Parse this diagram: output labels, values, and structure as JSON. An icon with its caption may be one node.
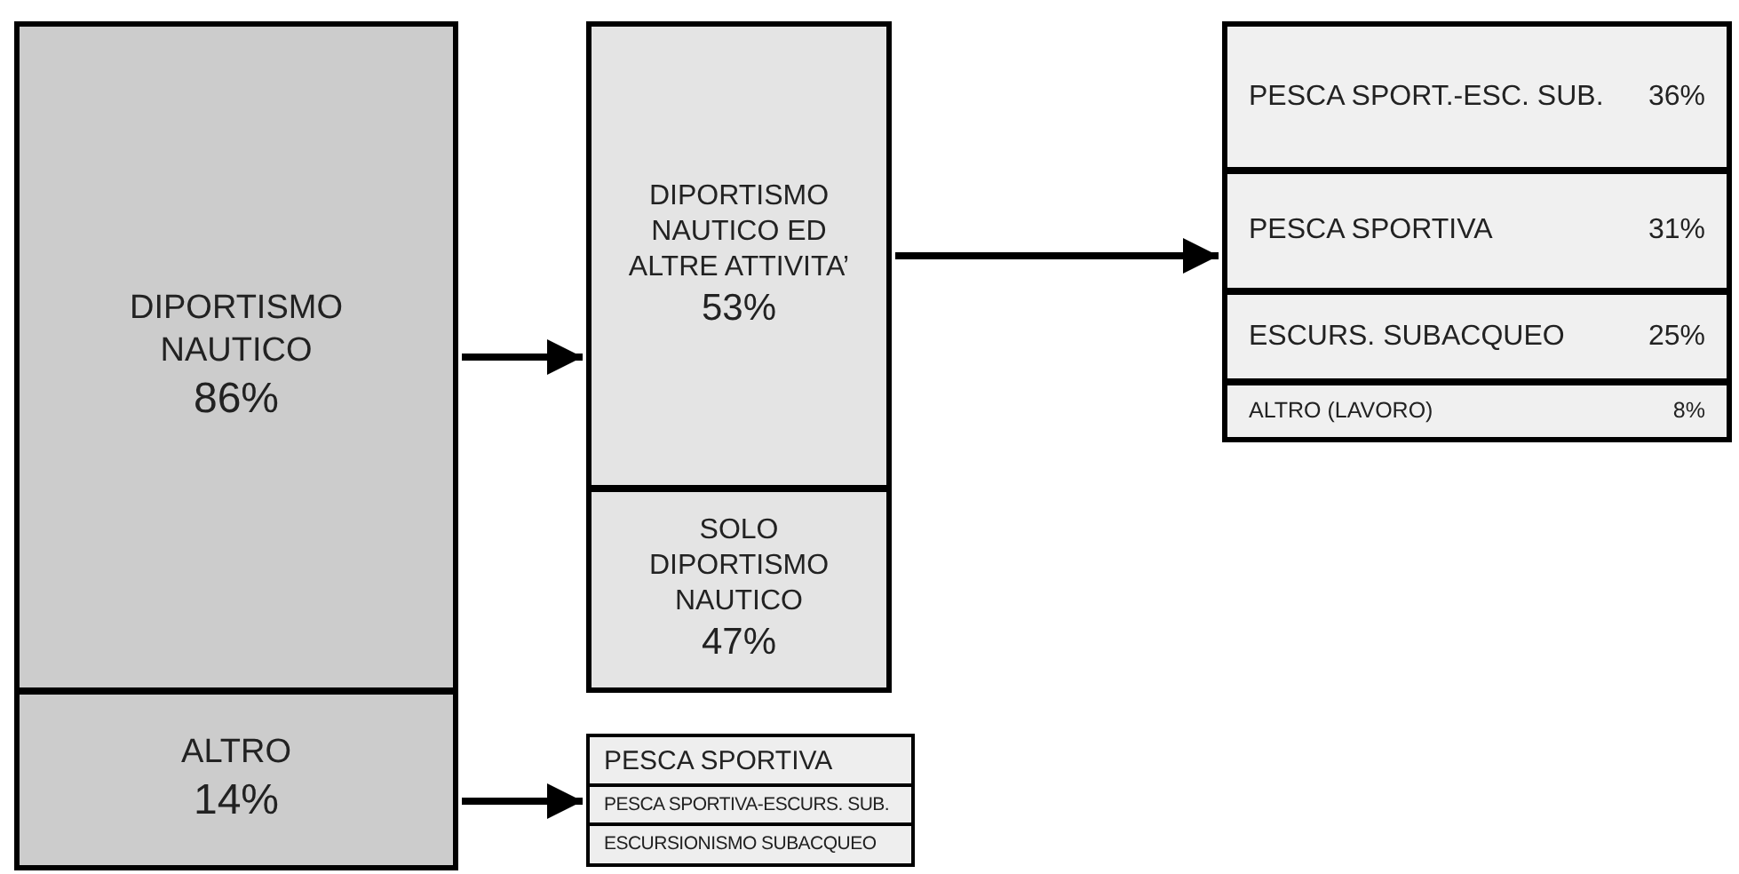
{
  "diagram": {
    "nodes": [
      {
        "text": [
          "DIPORTISMO NAUTICO",
          "86%"
        ]
      },
      {
        "text": [
          "ALTRO",
          "14%"
        ]
      },
      {
        "text": [
          "DIPORTISMO NAUTICO ED ALTRE ATTIVITA’",
          "53%"
        ]
      },
      {
        "text": [
          "SOLO DIPORTISMO NAUTICO",
          "47%"
        ]
      },
      {
        "text": [
          "PESCA SPORTIVA"
        ]
      },
      {
        "text": [
          "PESCA SPORTIVA-ESCURS. SUB."
        ]
      },
      {
        "text": [
          "ESCURSIONISMO SUBACQUEO"
        ]
      },
      {
        "text": [
          "PESCA SPORT.-ESC. SUB.",
          "36%"
        ]
      },
      {
        "text": [
          "PESCA SPORTIVA",
          "31%"
        ]
      },
      {
        "text": [
          "ESCURS. SUBACQUEO",
          "25%"
        ]
      },
      {
        "text": [
          "ALTRO (LAVORO)",
          "8%"
        ]
      }
    ],
    "edges": [
      {
        "from": 0,
        "to": 2,
        "arrow": "to"
      },
      {
        "from": 2,
        "to": 8,
        "arrow": "to"
      },
      {
        "from": 1,
        "to": 5,
        "arrow": "to"
      }
    ]
  }
}
